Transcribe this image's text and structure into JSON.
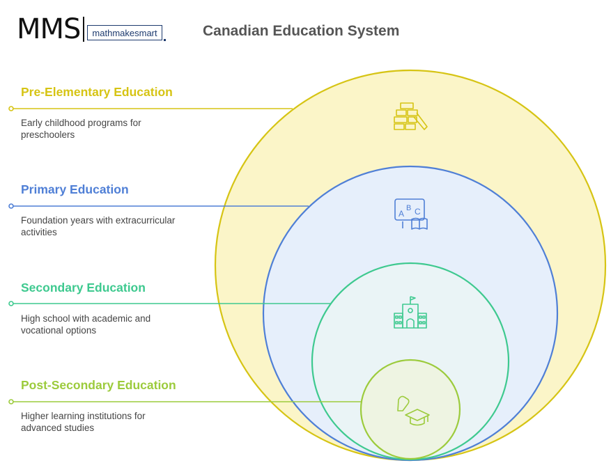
{
  "logo": {
    "mark": "MMS",
    "wordmark": "mathmakesmart"
  },
  "title": "Canadian Education System",
  "levels": [
    {
      "heading": "Pre-Elementary Education",
      "desc_lines": [
        "Early childhood programs for",
        "preschoolers"
      ],
      "color": "#d6c414",
      "fill": "#fbf5c8",
      "icon": "blocks-icon"
    },
    {
      "heading": "Primary Education",
      "desc_lines": [
        "Foundation years with extracurricular",
        "activities"
      ],
      "color": "#4f7fd6",
      "fill": "#e6effb",
      "icon": "abc-book-icon"
    },
    {
      "heading": "Secondary Education",
      "desc_lines": [
        "High school with academic and",
        "vocational options"
      ],
      "color": "#3ec98f",
      "fill": "#eaf4f6",
      "icon": "school-building-icon"
    },
    {
      "heading": "Post-Secondary Education",
      "desc_lines": [
        "Higher learning institutions for",
        "advanced studies"
      ],
      "color": "#9ccb3c",
      "fill": "#eef4e2",
      "icon": "graduation-cap-icon"
    }
  ]
}
